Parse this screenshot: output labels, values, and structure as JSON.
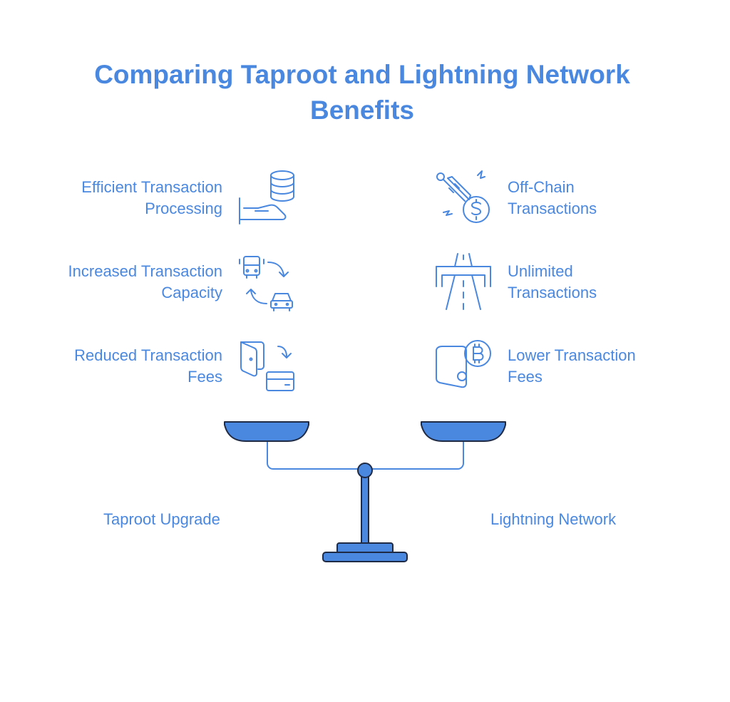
{
  "title": {
    "line1": "Comparing Taproot and Lightning Network",
    "line2": "Benefits"
  },
  "taproot": {
    "label": "Taproot Upgrade",
    "benefits": [
      {
        "line1": "Efficient Transaction",
        "line2": "Processing",
        "icon": "database-hand-icon"
      },
      {
        "line1": "Increased Transaction",
        "line2": "Capacity",
        "icon": "bus-car-exchange-icon"
      },
      {
        "line1": "Reduced Transaction",
        "line2": "Fees",
        "icon": "wallet-card-icon"
      }
    ]
  },
  "lightning": {
    "label": "Lightning Network",
    "benefits": [
      {
        "line1": "Off-Chain",
        "line2": "Transactions",
        "icon": "plug-dollar-icon"
      },
      {
        "line1": "Unlimited",
        "line2": "Transactions",
        "icon": "highway-bridge-icon"
      },
      {
        "line1": "Lower Transaction",
        "line2": "Fees",
        "icon": "wallet-bitcoin-icon"
      }
    ]
  },
  "colors": {
    "accent": "#4a88e0",
    "pan_fill": "#4a88e0",
    "outline": "#1f2a44"
  }
}
